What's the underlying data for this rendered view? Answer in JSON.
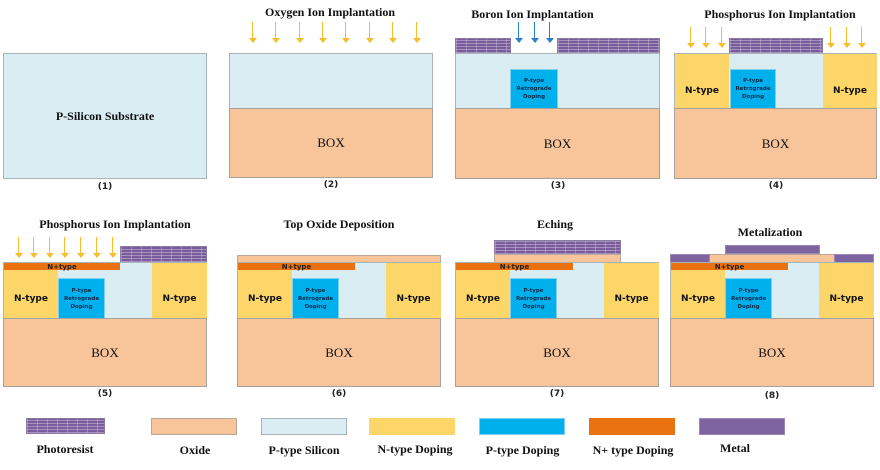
{
  "steps": [
    {
      "number": "(1)",
      "title": "",
      "substrate_label": "P-Silicon Substrate"
    },
    {
      "number": "(2)",
      "title": "Oxygen Ion Implantation",
      "box_label": "BOX"
    },
    {
      "number": "(3)",
      "title": "Boron Ion Implantation",
      "box_label": "BOX",
      "pdop_label": "P-type Retrograde Doping"
    },
    {
      "number": "(4)",
      "title": "Phosphorus Ion Implantation",
      "box_label": "BOX",
      "pdop_label": "P-type Retrograde Doping",
      "n_left": "N-type",
      "n_right": "N-type"
    },
    {
      "number": "(5)",
      "title": "Phosphorus Ion Implantation",
      "box_label": "BOX",
      "pdop_label": "P-type Retrograde Doping",
      "n_left": "N-type",
      "n_right": "N-type",
      "nplus_label": "N+type"
    },
    {
      "number": "(6)",
      "title": "Top Oxide Deposition",
      "box_label": "BOX",
      "pdop_label": "P-type Retrograde Doping",
      "n_left": "N-type",
      "n_right": "N-type",
      "nplus_label": "N+type"
    },
    {
      "number": "(7)",
      "title": "Eching",
      "box_label": "BOX",
      "pdop_label": "P-type Retrograde Doping",
      "n_left": "N-type",
      "n_right": "N-type",
      "nplus_label": "N+type"
    },
    {
      "number": "(8)",
      "title": "Metalization",
      "box_label": "BOX",
      "pdop_label": "P-type Retrograde Doping",
      "n_left": "N-type",
      "n_right": "N-type",
      "nplus_label": "N+type"
    }
  ],
  "legend": [
    {
      "label": "Photoresist",
      "material": "photoresist",
      "color": "#7a5b9b"
    },
    {
      "label": "Oxide",
      "material": "oxide",
      "color": "#f8c49a"
    },
    {
      "label": "P-type Silicon",
      "material": "p-silicon",
      "color": "#daedf2"
    },
    {
      "label": "N-type Doping",
      "material": "n-doping",
      "color": "#fcd669"
    },
    {
      "label": "P-type Doping",
      "material": "p-doping",
      "color": "#00b0ec"
    },
    {
      "label": "N+ type Doping",
      "material": "nplus-doping",
      "color": "#e9710f"
    },
    {
      "label": "Metal",
      "material": "metal",
      "color": "#7d63a0"
    }
  ],
  "arrow_colors": {
    "phosphorus_oxygen": "#f6bd2c",
    "boron": "#2c7fc7"
  }
}
